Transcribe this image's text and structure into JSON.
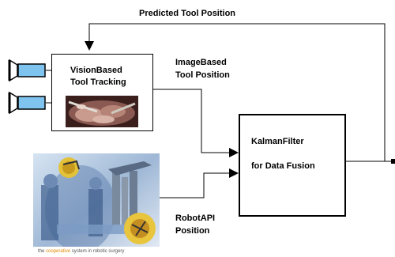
{
  "labels": {
    "predicted": "Predicted  Tool  Position",
    "imagebased_1": "ImageBased",
    "imagebased_2": "Tool  Position",
    "vision_1": "VisionBased",
    "vision_2": "Tool  Tracking",
    "kalman_1": "KalmanFilter",
    "kalman_2": "for  Data  Fusion",
    "robotapi_1": "RobotAPI",
    "robotapi_2": "Position"
  },
  "photo_caption": {
    "pre": "the ",
    "highlight": "cooperative",
    "post": " system in robotic surgery"
  },
  "icons": {
    "camera": "video-camera-icon",
    "surgical_view": "endoscope-view-image",
    "robot_photo": "surgical-robot-photo"
  },
  "colors": {
    "camera_fill": "#7fc4ef",
    "line": "#000000",
    "caption_accent": "#e58a00"
  }
}
